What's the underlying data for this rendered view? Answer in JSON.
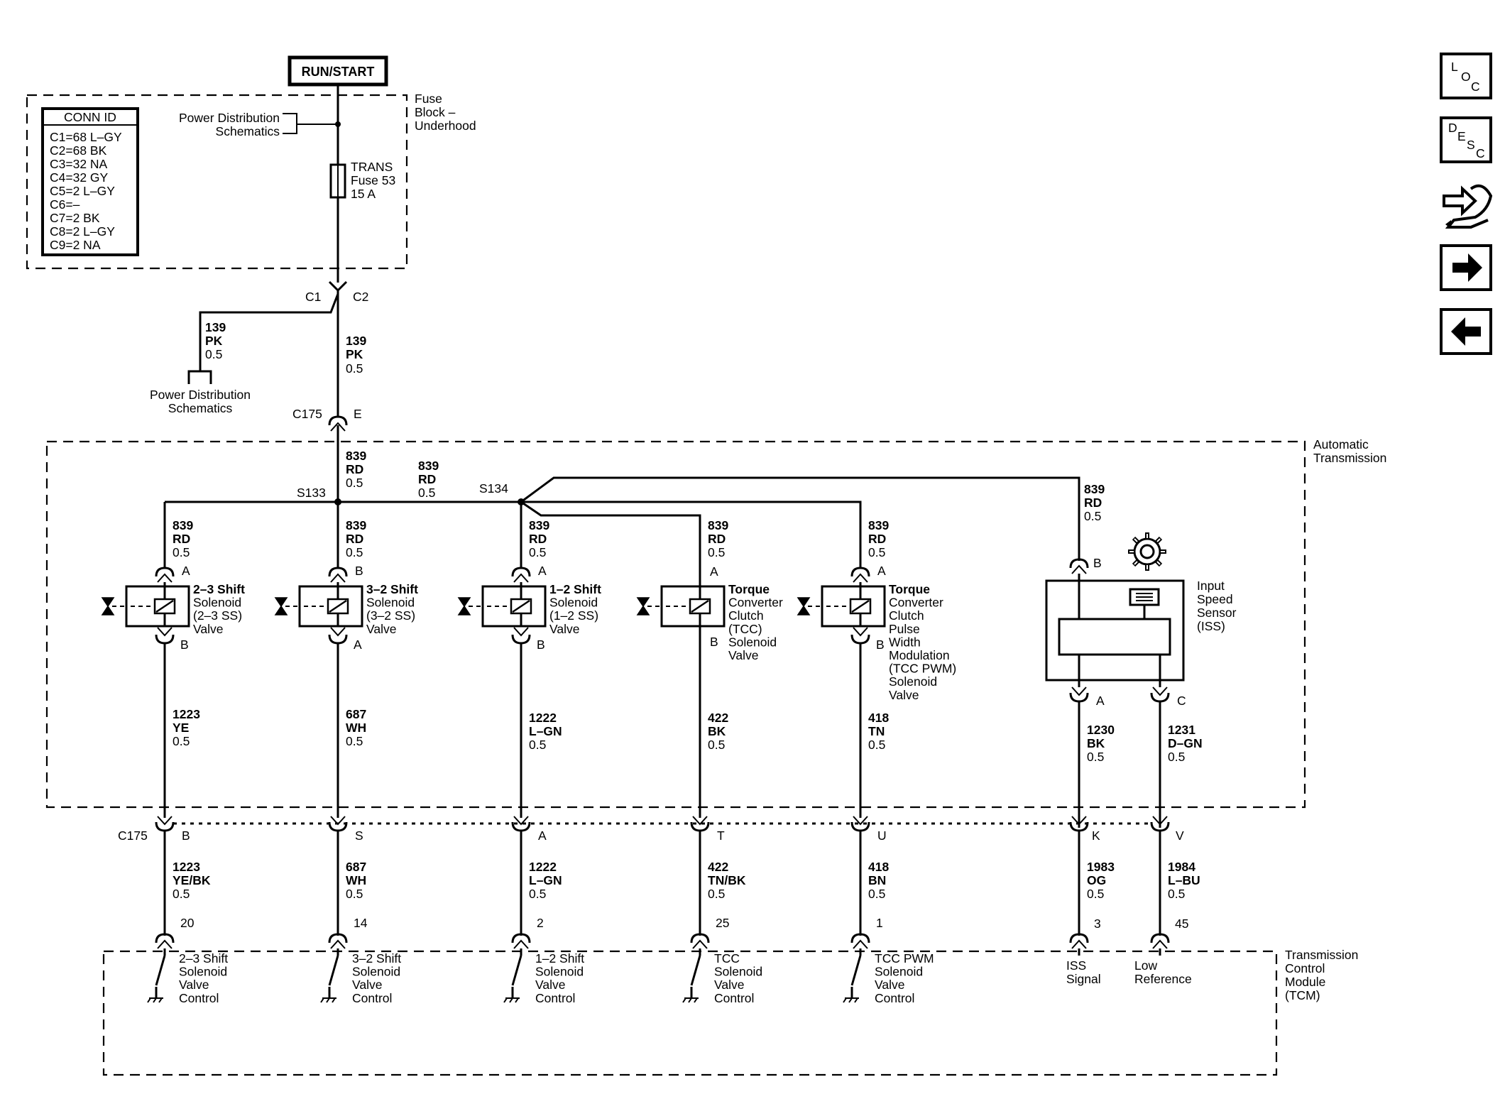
{
  "top": {
    "run_start": "RUN/START",
    "fuse_block": [
      "Fuse",
      "Block –",
      "Underhood"
    ],
    "power_dist_top": [
      "Power Distribution",
      "Schematics"
    ],
    "fuse": [
      "TRANS",
      "Fuse 53",
      "15 A"
    ],
    "conn_id_title": "CONN ID",
    "conn_ids": [
      "C1=68 L–GY",
      "C2=68 BK",
      "C3=32 NA",
      "C4=32 GY",
      "C5=2 L–GY",
      "C6=–",
      "C7=2 BK",
      "C8=2 L–GY",
      "C9=2 NA"
    ],
    "c1": "C1",
    "c2": "C2",
    "wire_left": [
      "139",
      "PK",
      "0.5"
    ],
    "wire_main": [
      "139",
      "PK",
      "0.5"
    ],
    "power_dist_bottom": [
      "Power Distribution",
      "Schematics"
    ],
    "c175_top": "C175",
    "c175_top_pin": "E"
  },
  "transmission": {
    "label": [
      "Automatic",
      "Transmission"
    ],
    "wire_main": [
      "839",
      "RD",
      "0.5"
    ],
    "wire_mid": [
      "839",
      "RD",
      "0.5"
    ],
    "wire_iss": [
      "839",
      "RD",
      "0.5"
    ],
    "s133": "S133",
    "s134": "S134"
  },
  "components": [
    {
      "in_wire": [
        "839",
        "RD",
        "0.5"
      ],
      "in_pin": "A",
      "name": [
        "2–3 Shift",
        "Solenoid",
        "(2–3 SS)",
        "Valve"
      ],
      "out_pin": "B",
      "out_wire": [
        "1223",
        "YE",
        "0.5"
      ],
      "c175_pin": "B",
      "harness_wire": [
        "1223",
        "YE/BK",
        "0.5"
      ],
      "tcm_pin": "20",
      "tcm_label": [
        "2–3 Shift",
        "Solenoid",
        "Valve",
        "Control"
      ]
    },
    {
      "in_wire": [
        "839",
        "RD",
        "0.5"
      ],
      "in_pin": "B",
      "name": [
        "3–2 Shift",
        "Solenoid",
        "(3–2 SS)",
        "Valve"
      ],
      "out_pin": "A",
      "out_wire": [
        "687",
        "WH",
        "0.5"
      ],
      "c175_pin": "S",
      "harness_wire": [
        "687",
        "WH",
        "0.5"
      ],
      "tcm_pin": "14",
      "tcm_label": [
        "3–2 Shift",
        "Solenoid",
        "Valve",
        "Control"
      ]
    },
    {
      "in_wire": [
        "839",
        "RD",
        "0.5"
      ],
      "in_pin": "A",
      "name": [
        "1–2 Shift",
        "Solenoid",
        "(1–2 SS)",
        "Valve"
      ],
      "out_pin": "B",
      "out_wire": [
        "1222",
        "L–GN",
        "0.5"
      ],
      "c175_pin": "A",
      "harness_wire": [
        "1222",
        "L–GN",
        "0.5"
      ],
      "tcm_pin": "2",
      "tcm_label": [
        "1–2 Shift",
        "Solenoid",
        "Valve",
        "Control"
      ]
    },
    {
      "in_wire": [
        "839",
        "RD",
        "0.5"
      ],
      "in_pin": "A",
      "name": [
        "Torque",
        "Converter",
        "Clutch",
        "(TCC)",
        "Solenoid",
        "Valve"
      ],
      "out_pin": "B",
      "out_wire": [
        "422",
        "BK",
        "0.5"
      ],
      "c175_pin": "T",
      "harness_wire": [
        "422",
        "TN/BK",
        "0.5"
      ],
      "tcm_pin": "25",
      "tcm_label": [
        "TCC",
        "Solenoid",
        "Valve",
        "Control"
      ]
    },
    {
      "in_wire": [
        "839",
        "RD",
        "0.5"
      ],
      "in_pin": "A",
      "name": [
        "Torque",
        "Converter",
        "Clutch",
        "Pulse",
        "Width",
        "Modulation",
        "(TCC PWM)",
        "Solenoid",
        "Valve"
      ],
      "out_pin": "B",
      "out_wire": [
        "418",
        "TN",
        "0.5"
      ],
      "c175_pin": "U",
      "harness_wire": [
        "418",
        "BN",
        "0.5"
      ],
      "tcm_pin": "1",
      "tcm_label": [
        "TCC PWM",
        "Solenoid",
        "Valve",
        "Control"
      ]
    }
  ],
  "iss": {
    "name": [
      "Input",
      "Speed",
      "Sensor",
      "(ISS)"
    ],
    "in_pin": "B",
    "pin_a": "A",
    "pin_c": "C",
    "wire_a": [
      "1230",
      "BK",
      "0.5"
    ],
    "wire_c": [
      "1231",
      "D–GN",
      "0.5"
    ],
    "c175_k": "K",
    "c175_v": "V",
    "harness_a": [
      "1983",
      "OG",
      "0.5"
    ],
    "harness_c": [
      "1984",
      "L–BU",
      "0.5"
    ],
    "tcm_pin_a": "3",
    "tcm_pin_c": "45",
    "tcm_label_a": [
      "ISS",
      "Signal"
    ],
    "tcm_label_c": [
      "Low",
      "Reference"
    ]
  },
  "c175_bottom": "C175",
  "tcm": {
    "label": [
      "Transmission",
      "Control",
      "Module",
      "(TCM)"
    ]
  },
  "nav": {
    "loc": [
      "L",
      "O",
      "C"
    ],
    "desc": [
      "D",
      "E",
      "S",
      "C"
    ]
  }
}
